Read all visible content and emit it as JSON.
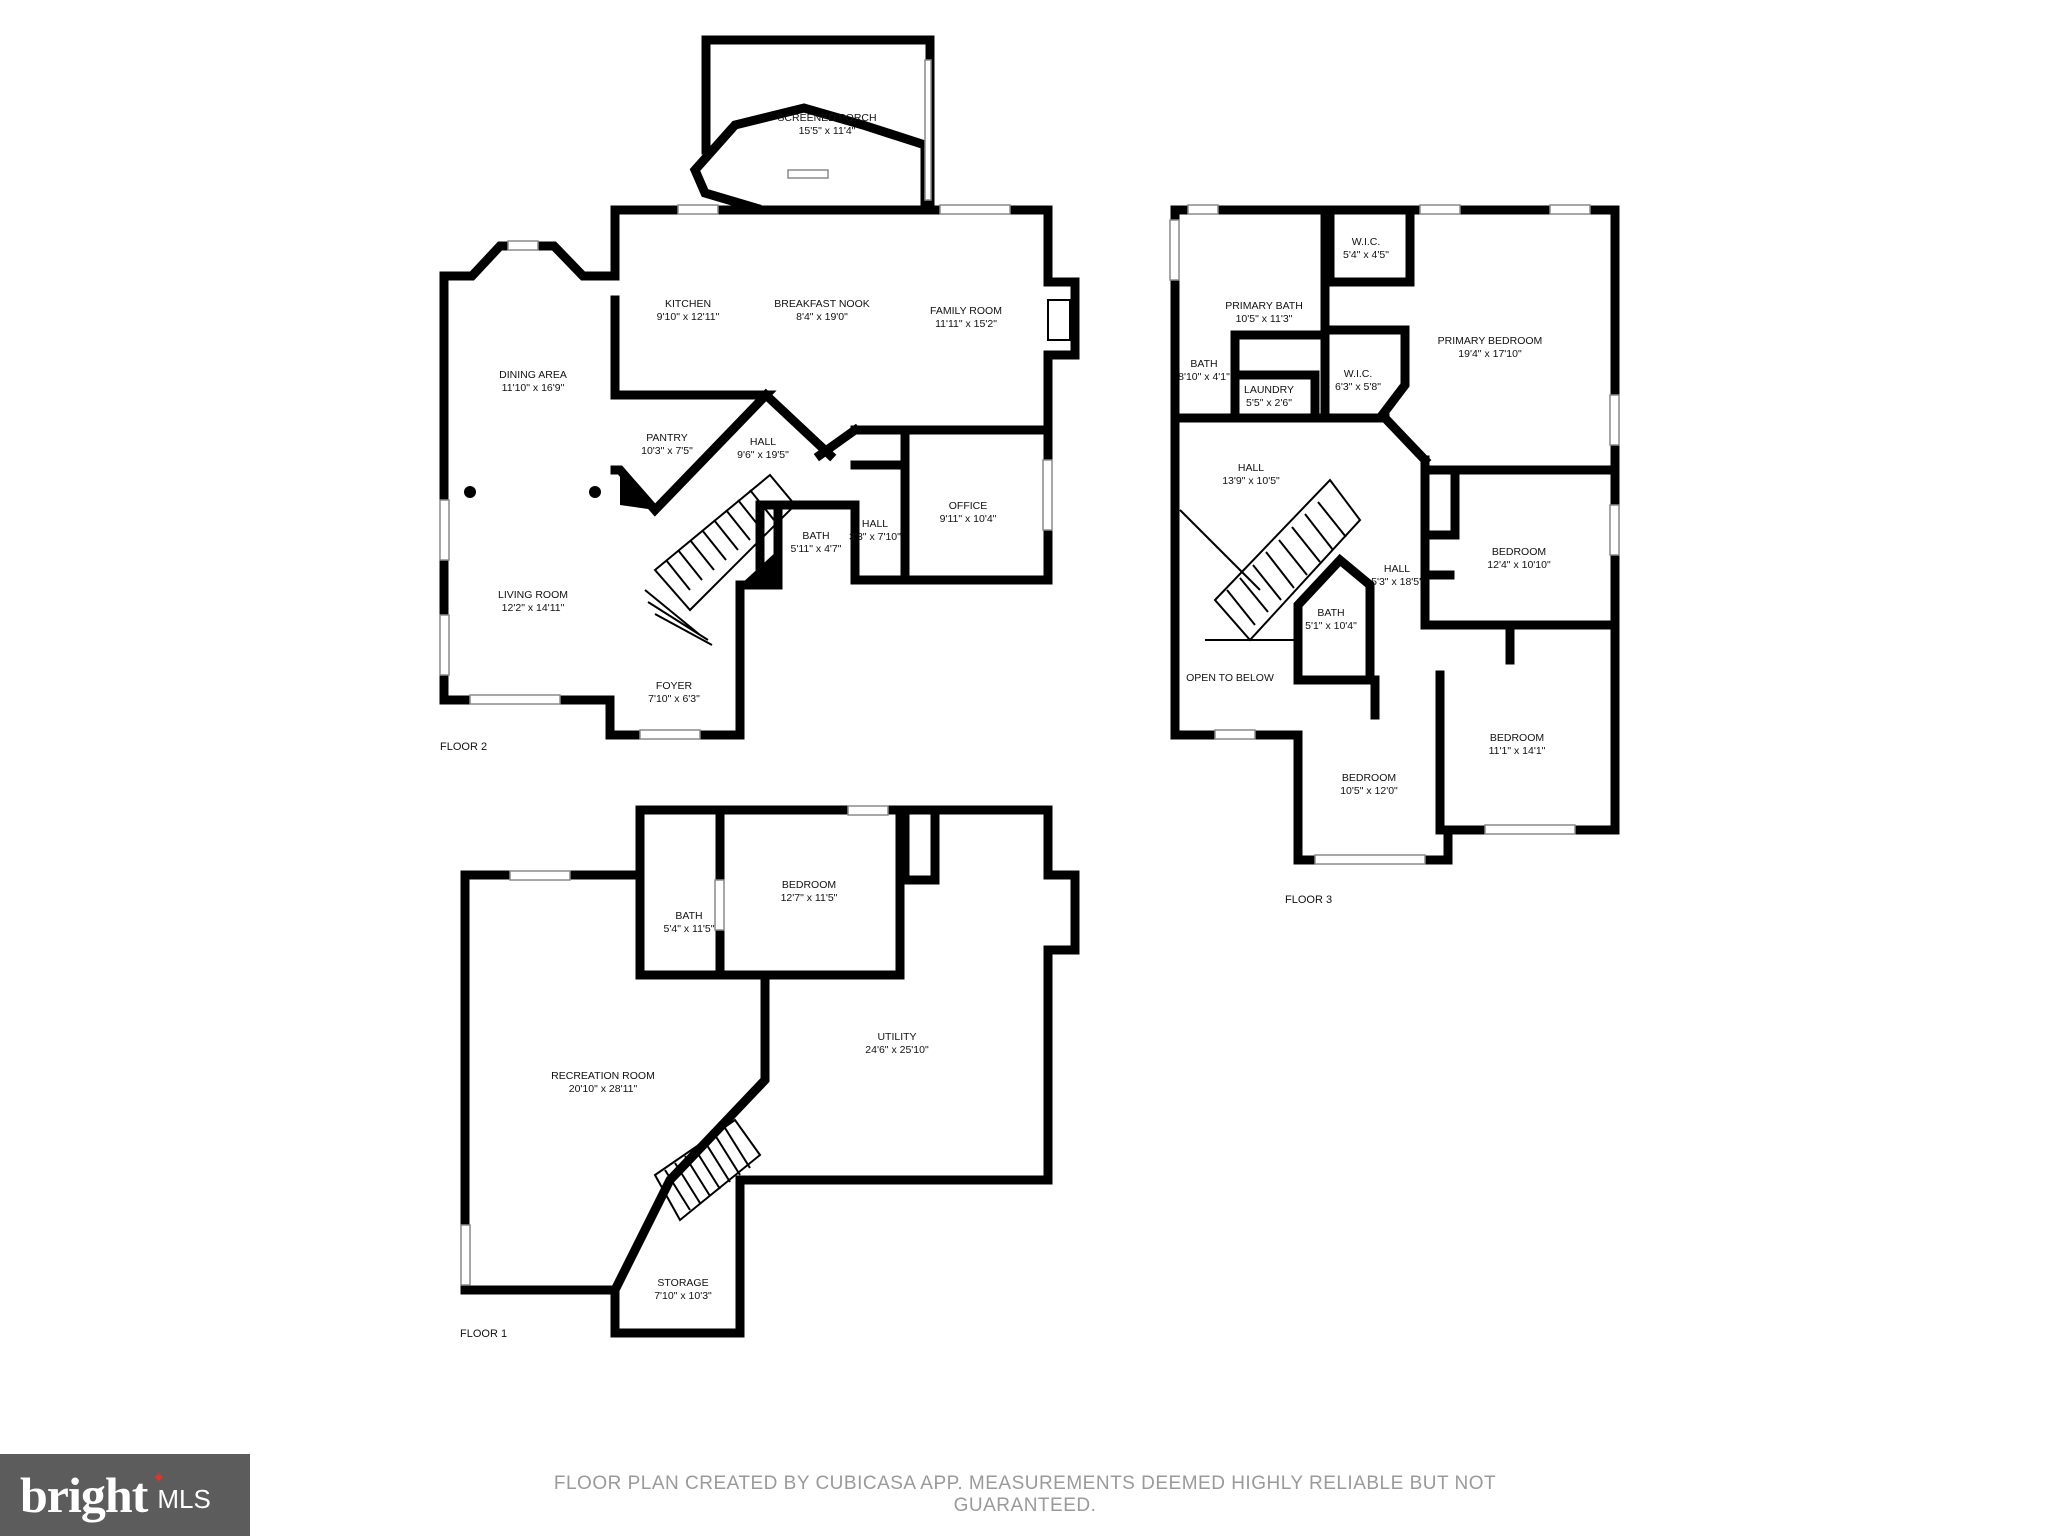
{
  "rooms": {
    "screened_porch": {
      "name": "SCREENED PORCH",
      "dims": "15'5\" x 11'4\""
    },
    "kitchen": {
      "name": "KITCHEN",
      "dims": "9'10\" x 12'11\""
    },
    "breakfast_nook": {
      "name": "BREAKFAST NOOK",
      "dims": "8'4\" x 19'0\""
    },
    "family_room": {
      "name": "FAMILY ROOM",
      "dims": "11'11\" x 15'2\""
    },
    "dining_area": {
      "name": "DINING AREA",
      "dims": "11'10\" x 16'9\""
    },
    "pantry": {
      "name": "PANTRY",
      "dims": "10'3\" x 7'5\""
    },
    "hall_f2a": {
      "name": "HALL",
      "dims": "9'6\" x 19'5\""
    },
    "office": {
      "name": "OFFICE",
      "dims": "9'11\" x 10'4\""
    },
    "bath_f2": {
      "name": "BATH",
      "dims": "5'11\" x 4'7\""
    },
    "hall_f2b": {
      "name": "HALL",
      "dims": "3'3\" x 7'10\""
    },
    "living_room": {
      "name": "LIVING ROOM",
      "dims": "12'2\" x 14'11\""
    },
    "foyer": {
      "name": "FOYER",
      "dims": "7'10\" x 6'3\""
    },
    "primary_bath": {
      "name": "PRIMARY BATH",
      "dims": "10'5\" x 11'3\""
    },
    "wic_1": {
      "name": "W.I.C.",
      "dims": "5'4\" x 4'5\""
    },
    "primary_bedroom": {
      "name": "PRIMARY BEDROOM",
      "dims": "19'4\" x 17'10\""
    },
    "bath_f3a": {
      "name": "BATH",
      "dims": "8'10\" x 4'1\""
    },
    "laundry": {
      "name": "LAUNDRY",
      "dims": "5'5\" x 2'6\""
    },
    "wic_2": {
      "name": "W.I.C.",
      "dims": "6'3\" x 5'8\""
    },
    "hall_f3a": {
      "name": "HALL",
      "dims": "13'9\" x 10'5\""
    },
    "bedroom_f3a": {
      "name": "BEDROOM",
      "dims": "12'4\" x 10'10\""
    },
    "hall_f3b": {
      "name": "HALL",
      "dims": "5'3\" x 18'5\""
    },
    "bath_f3b": {
      "name": "BATH",
      "dims": "5'1\" x 10'4\""
    },
    "open_to_below": {
      "name": "OPEN TO BELOW"
    },
    "bedroom_f3b": {
      "name": "BEDROOM",
      "dims": "11'1\" x 14'1\""
    },
    "bedroom_f3c": {
      "name": "BEDROOM",
      "dims": "10'5\" x 12'0\""
    },
    "bath_f1": {
      "name": "BATH",
      "dims": "5'4\" x 11'5\""
    },
    "bedroom_f1": {
      "name": "BEDROOM",
      "dims": "12'7\" x 11'5\""
    },
    "utility": {
      "name": "UTILITY",
      "dims": "24'6\" x 25'10\""
    },
    "recreation_room": {
      "name": "RECREATION ROOM",
      "dims": "20'10\" x 28'11\""
    },
    "storage": {
      "name": "STORAGE",
      "dims": "7'10\" x 10'3\""
    }
  },
  "floors": {
    "floor1": "FLOOR 1",
    "floor2": "FLOOR 2",
    "floor3": "FLOOR 3"
  },
  "disclaimer": "FLOOR PLAN CREATED BY CUBICASA APP. MEASUREMENTS DEEMED HIGHLY RELIABLE BUT NOT GUARANTEED.",
  "logo": {
    "word": "bright",
    "suffix": "MLS",
    "accent_color": "#e5332a",
    "background": "#5c5c5c"
  }
}
